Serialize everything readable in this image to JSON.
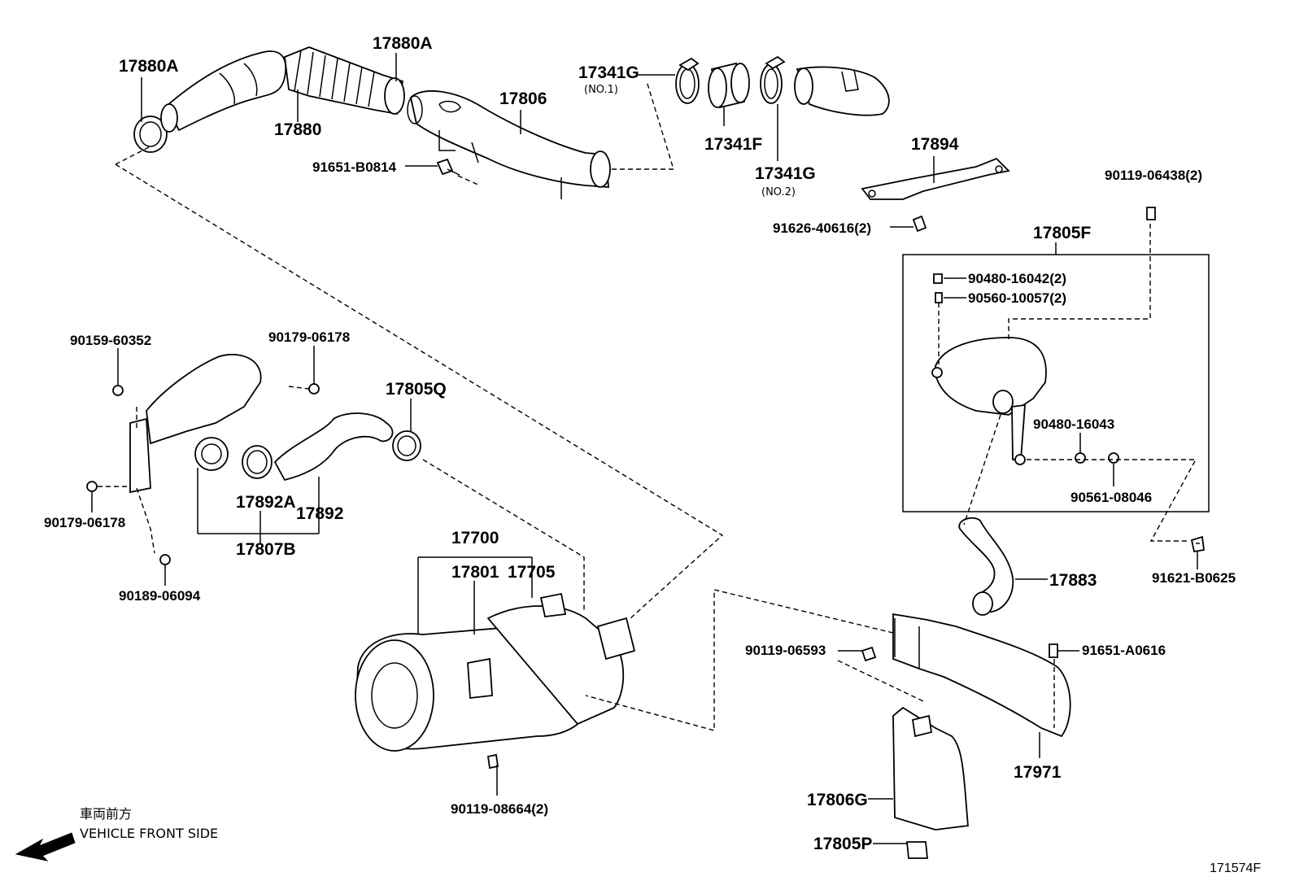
{
  "parts": {
    "p17880A_left": "17880A",
    "p17880A_top": "17880A",
    "p17880": "17880",
    "p17806": "17806",
    "p91651_B0814": "91651-B0814",
    "p17341G_1": "17341G",
    "p17341G_1_note": "(NO.1)",
    "p17341F": "17341F",
    "p17341G_2": "17341G",
    "p17341G_2_note": "(NO.2)",
    "p17894": "17894",
    "p91626_40616": "91626-40616(2)",
    "p90119_06438": "90119-06438(2)",
    "p17805F": "17805F",
    "p90480_16042": "90480-16042(2)",
    "p90560_10057": "90560-10057(2)",
    "p90480_16043": "90480-16043",
    "p90561_08046": "90561-08046",
    "p91621_B0625": "91621-B0625",
    "p17883": "17883",
    "p90159_60352": "90159-60352",
    "p90179_06178_top": "90179-06178",
    "p17805Q": "17805Q",
    "p90179_06178_left": "90179-06178",
    "p17892A": "17892A",
    "p17892": "17892",
    "p17807B": "17807B",
    "p90189_06094": "90189-06094",
    "p17700": "17700",
    "p17801": "17801",
    "p17705": "17705",
    "p90119_08664": "90119-08664(2)",
    "p90119_06593": "90119-06593",
    "p91651_A0616": "91651-A0616",
    "p17971": "17971",
    "p17806G": "17806G",
    "p17805P": "17805P"
  },
  "orientation": {
    "japanese": "車両前方",
    "english": "VEHICLE FRONT SIDE",
    "arrow_icon": "arrow-down-left-icon"
  },
  "diagram_code": "171574F"
}
